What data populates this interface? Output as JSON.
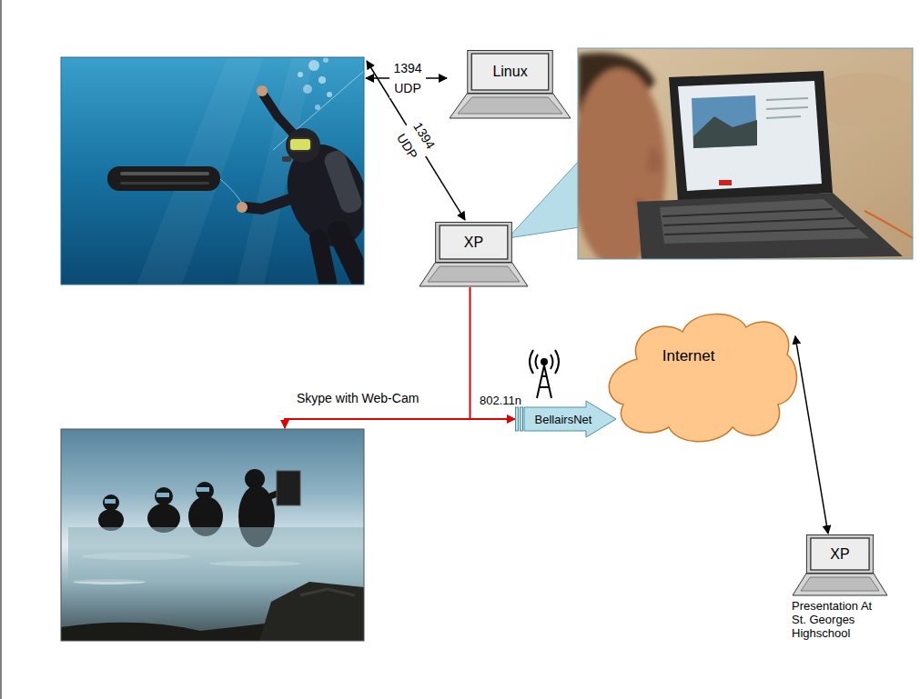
{
  "diagram": {
    "nodes": [
      {
        "text": [
          "Linux"
        ]
      },
      {
        "text": [
          "XP"
        ]
      },
      {
        "text": [
          "BellairsNet"
        ]
      },
      {
        "text": [
          "Internet"
        ]
      },
      {
        "text": [
          "XP",
          "Presentation At St. Georges Highschool"
        ]
      }
    ],
    "edges": [
      {
        "from": 1,
        "to": 2,
        "arrow": "to"
      },
      {
        "from": 3,
        "to": 4,
        "arrow": "both"
      }
    ],
    "labels": [
      "1394 UDP",
      "1394 UDP",
      "802.11n",
      "Skype with Web-Cam"
    ]
  }
}
